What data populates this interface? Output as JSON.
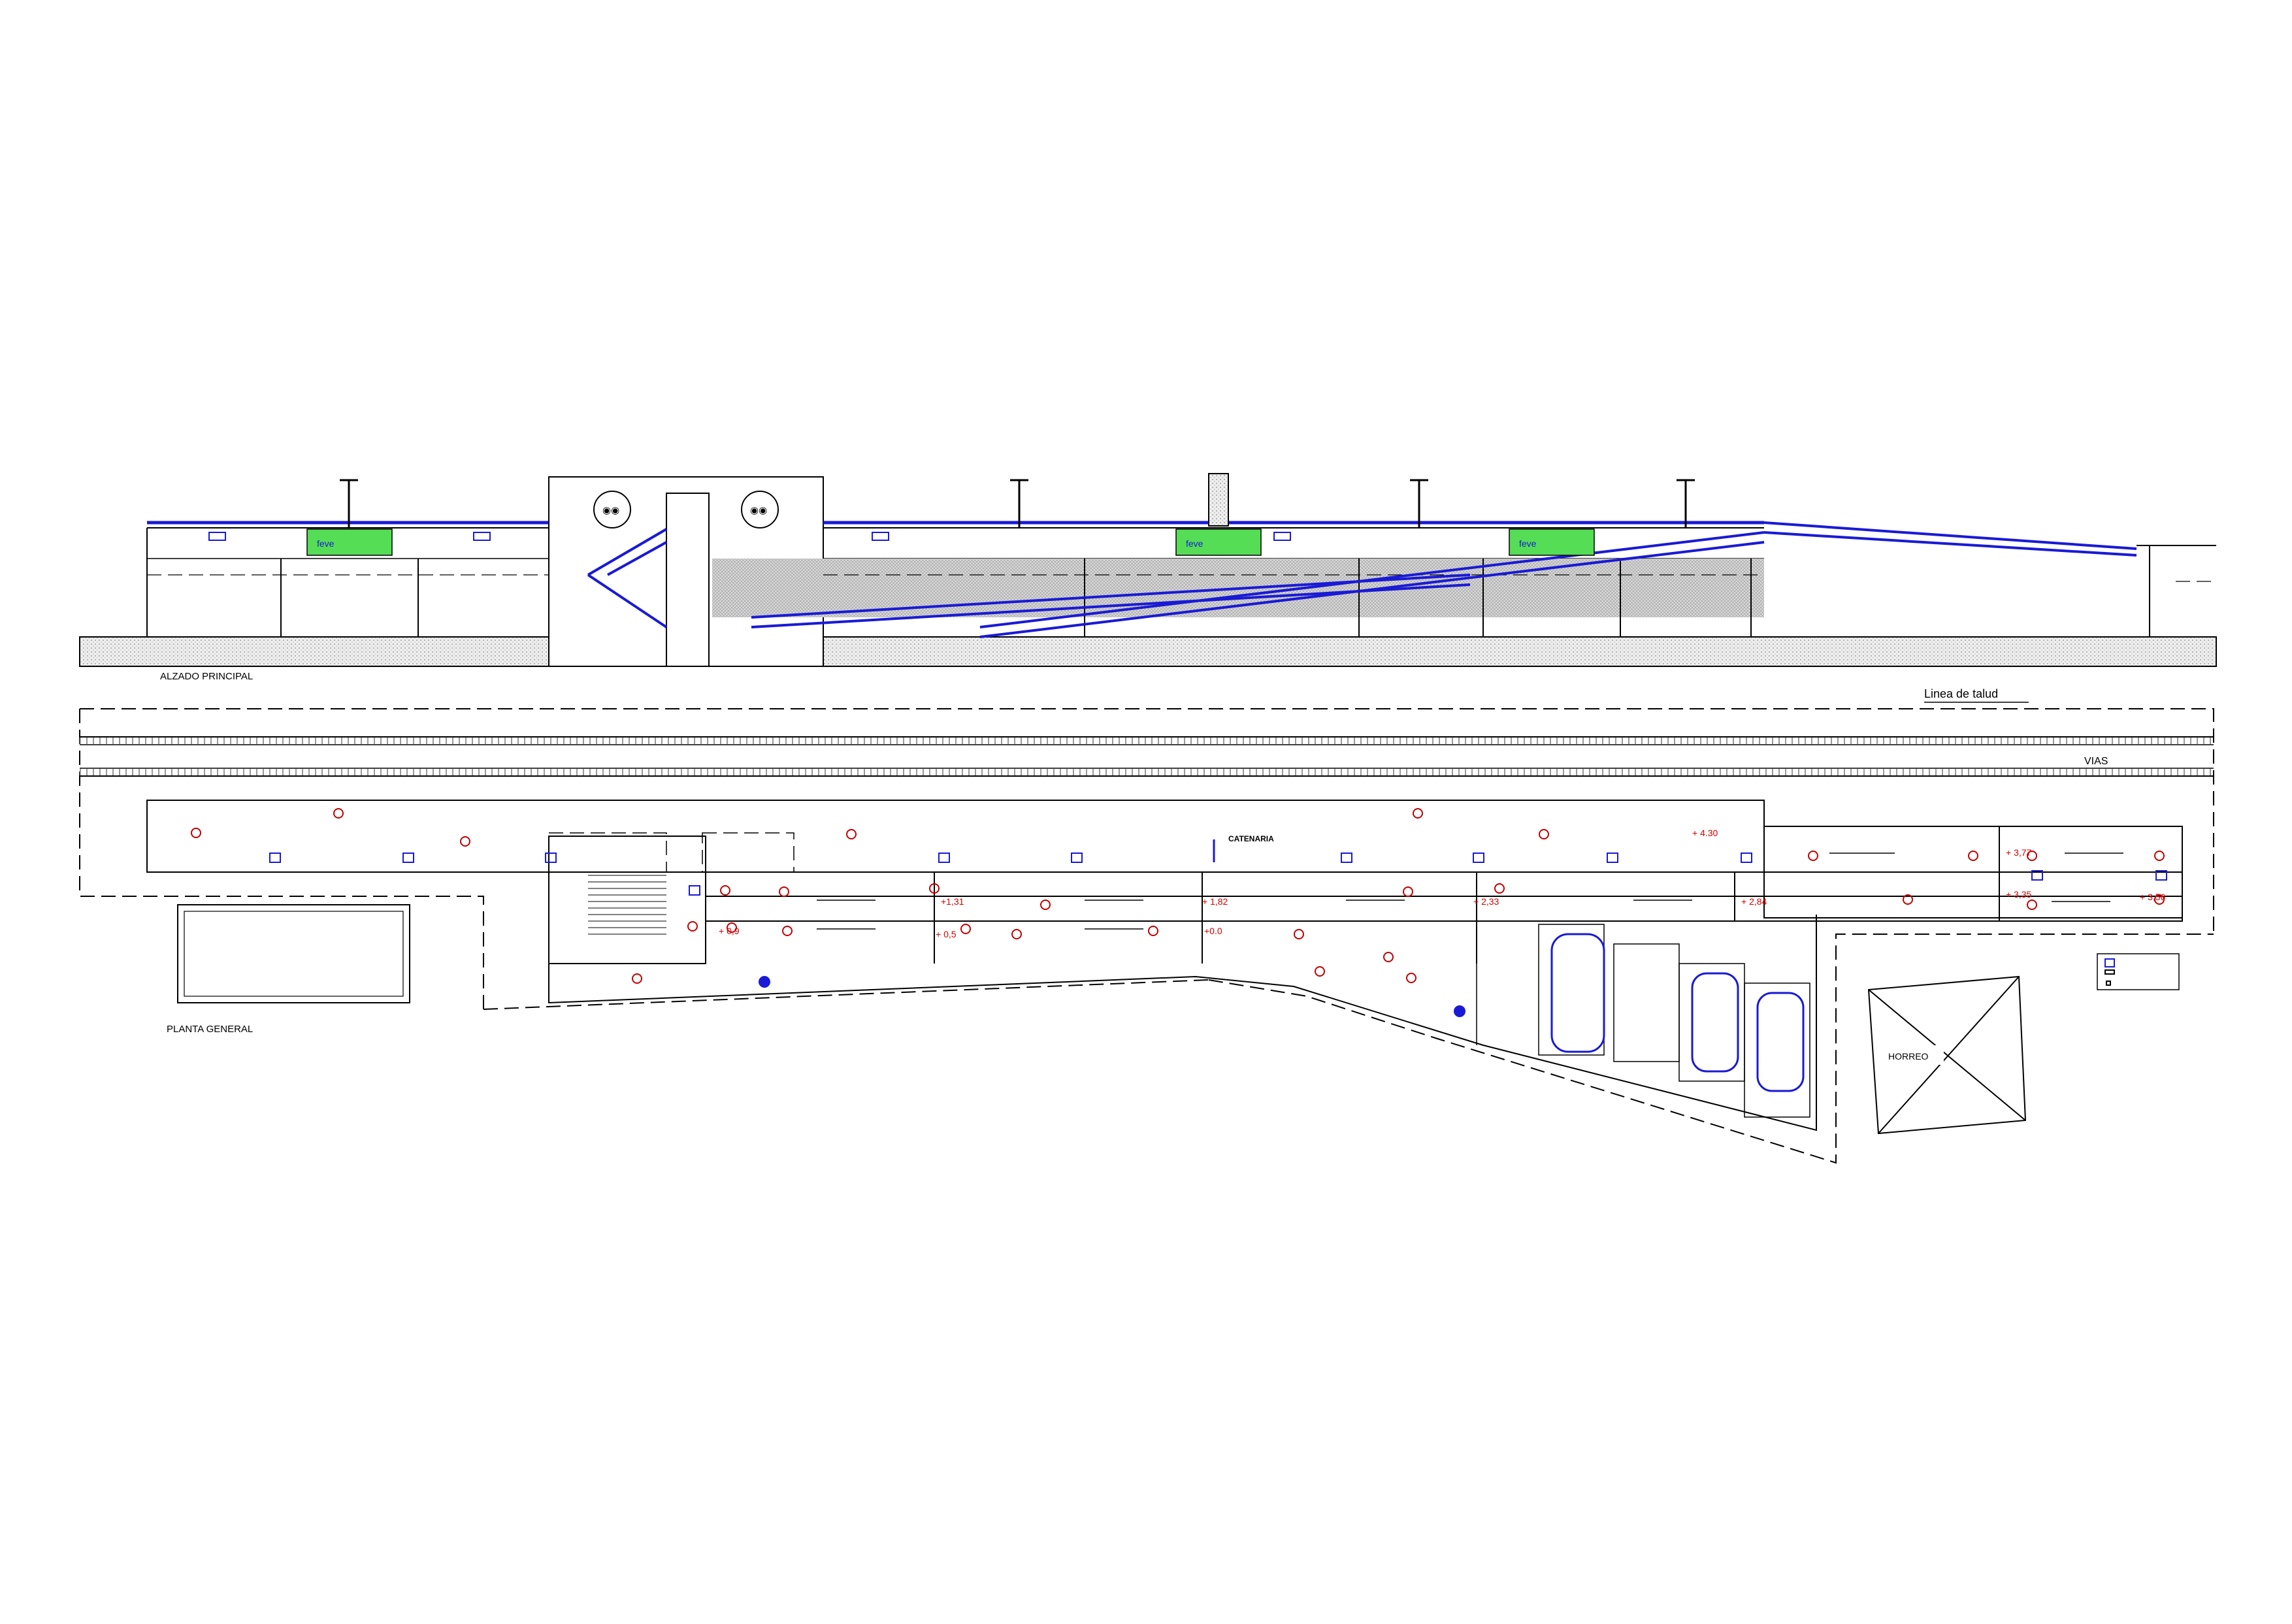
{
  "labels": {
    "elevation_title": "ALZADO PRINCIPAL",
    "plan_title": "PLANTA GENERAL",
    "slope_line": "Linea de talud",
    "tracks": "VIAS",
    "catenary": "CATENARIA",
    "horreo": "HORREO"
  },
  "levels": [
    "+ 4.30",
    "+ 3,77",
    "+ 3,35",
    "+ 3,56",
    "+1,31",
    "+ 1,82",
    "+ 2,33",
    "+ 2,84",
    "+ 0,9",
    "+ 0,5",
    "+0.0"
  ],
  "brand": {
    "logo_text": "feve"
  },
  "colors": {
    "line": "#000000",
    "railing": "#1a1ad6",
    "level_text": "#d40000",
    "marker": "#c00000",
    "sign_bg": "#55dd55",
    "ground": "#e6e6e6"
  }
}
